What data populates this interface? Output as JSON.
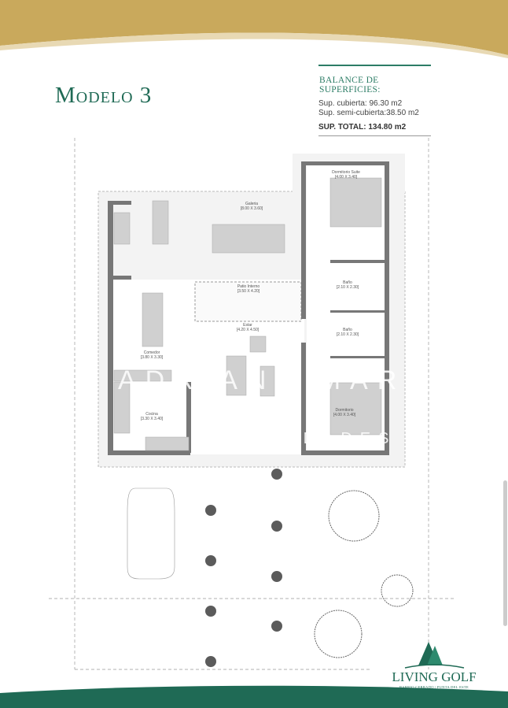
{
  "header": {
    "title": "Modelo 3"
  },
  "balance": {
    "heading": "BALANCE DE SUPERFICIES:",
    "covered": "Sup. cubierta: 96.30 m2",
    "semi_covered": "Sup. semi-cubierta:38.50 m2",
    "total": "SUP. TOTAL: 134.80 m2"
  },
  "rooms": [
    {
      "name": "Galeria",
      "dims": "[8.00 X 3.60]"
    },
    {
      "name": "Dormitorio Suite",
      "dims": "[4.00 X 3.40]"
    },
    {
      "name": "Patio Interno",
      "dims": "[3.50 X 4.20]"
    },
    {
      "name": "Baño",
      "dims": "[2.10 X 2.30]"
    },
    {
      "name": "Baño",
      "dims": "[2.10 X 2.30]"
    },
    {
      "name": "Estar",
      "dims": "[4.20 X 4.50]"
    },
    {
      "name": "Comedor",
      "dims": "[3.80 X 3.30]"
    },
    {
      "name": "Cocina",
      "dims": "[3.30 X 3.40]"
    },
    {
      "name": "Dormitorio",
      "dims": "[4.00 X 3.40]"
    }
  ],
  "watermark": {
    "line1": "ADRIANA MARTIN",
    "line2": "PROPIEDADES"
  },
  "logo": {
    "name": "LIVING GOLF",
    "tagline": "BARRIO CERRADO | PUNTA DEL ESTE"
  },
  "colors": {
    "gold": "#c9a95c",
    "green": "#1f6a55"
  }
}
